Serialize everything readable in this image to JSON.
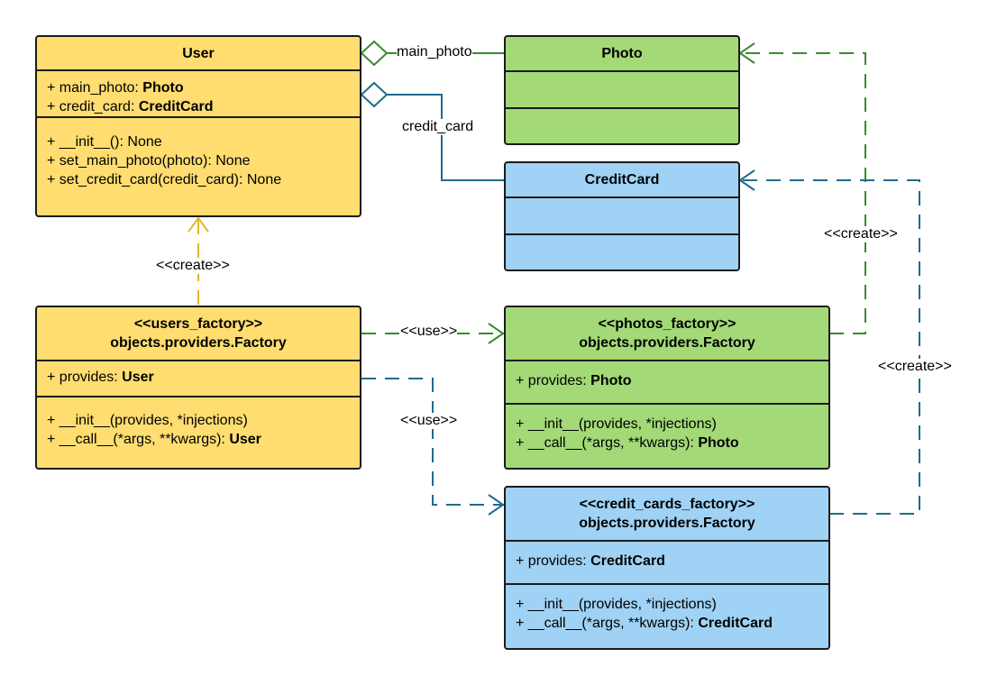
{
  "colors": {
    "yellow_fill": "#ffdd71",
    "green_fill": "#a3d977",
    "blue_fill": "#9fd2f4",
    "yellow_line": "#e5b52a",
    "green_line": "#3a8a2f",
    "blue_line": "#1f6b8c"
  },
  "classes": {
    "user": {
      "name": "User",
      "attributes": [
        {
          "prefix": "+ main_photo: ",
          "type": "Photo"
        },
        {
          "prefix": "+ credit_card: ",
          "type": "CreditCard"
        }
      ],
      "methods": [
        {
          "prefix": "+ __init__(): None",
          "type": ""
        },
        {
          "prefix": "+ set_main_photo(photo): None",
          "type": ""
        },
        {
          "prefix": "+ set_credit_card(credit_card): None",
          "type": ""
        }
      ]
    },
    "photo": {
      "name": "Photo"
    },
    "credit_card": {
      "name": "CreditCard"
    },
    "users_factory": {
      "stereotype": "<<users_factory>>",
      "name": "objects.providers.Factory",
      "attributes": [
        {
          "prefix": "+ provides: ",
          "type": "User"
        }
      ],
      "methods": [
        {
          "prefix": "+ __init__(provides, *injections)",
          "type": ""
        },
        {
          "prefix": "+ __call__(*args, **kwargs): ",
          "type": "User"
        }
      ]
    },
    "photos_factory": {
      "stereotype": "<<photos_factory>>",
      "name": "objects.providers.Factory",
      "attributes": [
        {
          "prefix": "+ provides: ",
          "type": "Photo"
        }
      ],
      "methods": [
        {
          "prefix": "+ __init__(provides, *injections)",
          "type": ""
        },
        {
          "prefix": "+ __call__(*args, **kwargs): ",
          "type": "Photo"
        }
      ]
    },
    "credit_cards_factory": {
      "stereotype": "<<credit_cards_factory>>",
      "name": "objects.providers.Factory",
      "attributes": [
        {
          "prefix": "+ provides: ",
          "type": "CreditCard"
        }
      ],
      "methods": [
        {
          "prefix": "+ __init__(provides, *injections)",
          "type": ""
        },
        {
          "prefix": "+ __call__(*args, **kwargs): ",
          "type": "CreditCard"
        }
      ]
    }
  },
  "connectors": {
    "main_photo": "main_photo",
    "credit_card": "credit_card",
    "create_user": "<<create>>",
    "use_photos": "<<use>>",
    "use_credit_cards": "<<use>>",
    "create_photo": "<<create>>",
    "create_credit_card": "<<create>>"
  }
}
